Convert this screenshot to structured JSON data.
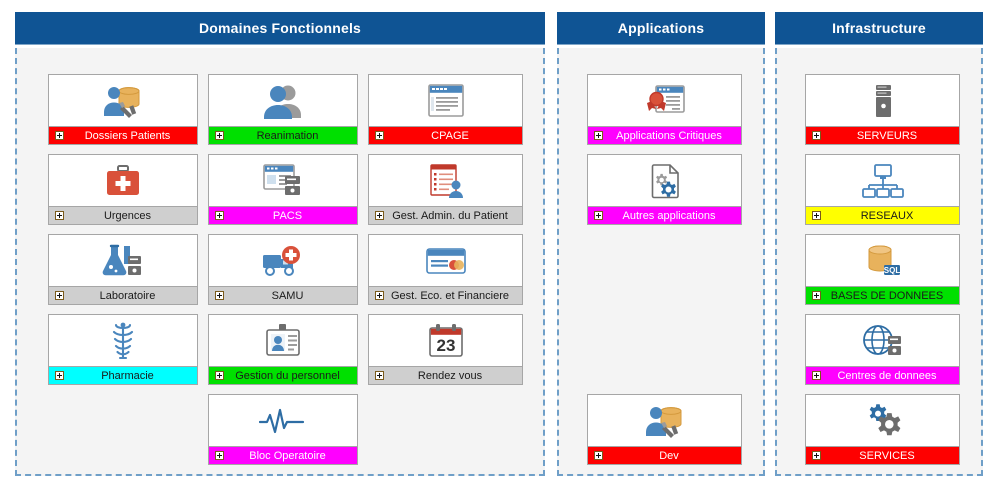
{
  "panels": [
    {
      "id": "domaines",
      "title": "Domaines Fonctionnels",
      "cards": [
        {
          "label": "Dossiers Patients",
          "status": "red",
          "icon": "user-database-tools-icon",
          "col": 0,
          "row": 0
        },
        {
          "label": "Reanimation",
          "status": "green",
          "icon": "two-users-icon",
          "col": 1,
          "row": 0
        },
        {
          "label": "CPAGE",
          "status": "red",
          "icon": "browser-window-icon",
          "col": 2,
          "row": 0
        },
        {
          "label": "Urgences",
          "status": "grey",
          "icon": "first-aid-kit-icon",
          "col": 0,
          "row": 1
        },
        {
          "label": "PACS",
          "status": "magenta",
          "icon": "browser-server-icon",
          "col": 1,
          "row": 1
        },
        {
          "label": "Gest. Admin. du Patient",
          "status": "grey",
          "icon": "document-user-icon",
          "col": 2,
          "row": 1
        },
        {
          "label": "Laboratoire",
          "status": "grey",
          "icon": "flask-server-icon",
          "col": 0,
          "row": 2
        },
        {
          "label": "SAMU",
          "status": "grey",
          "icon": "ambulance-icon",
          "col": 1,
          "row": 2
        },
        {
          "label": "Gest. Eco. et Financiere",
          "status": "grey",
          "icon": "credit-card-icon",
          "col": 2,
          "row": 2
        },
        {
          "label": "Pharmacie",
          "status": "cyan",
          "icon": "caduceus-icon",
          "col": 0,
          "row": 3
        },
        {
          "label": "Gestion du personnel",
          "status": "green",
          "icon": "id-badge-icon",
          "col": 1,
          "row": 3
        },
        {
          "label": "Rendez vous",
          "status": "grey",
          "icon": "calendar-23-icon",
          "col": 2,
          "row": 3
        },
        {
          "label": "Bloc Operatoire",
          "status": "magenta",
          "icon": "heartbeat-icon",
          "col": 1,
          "row": 4
        }
      ]
    },
    {
      "id": "applications",
      "title": "Applications",
      "cards": [
        {
          "label": "Applications Critiques",
          "status": "magenta",
          "icon": "browser-award-icon",
          "row": 0
        },
        {
          "label": "Autres applications",
          "status": "magenta",
          "icon": "document-gear-icon",
          "row": 1
        },
        {
          "label": "Dev",
          "status": "red",
          "icon": "user-database-tools-icon",
          "row": 4
        }
      ]
    },
    {
      "id": "infrastructure",
      "title": "Infrastructure",
      "cards": [
        {
          "label": "SERVEURS",
          "status": "red",
          "icon": "server-tower-icon",
          "row": 0
        },
        {
          "label": "RESEAUX",
          "status": "yellow",
          "icon": "network-topology-icon",
          "row": 1
        },
        {
          "label": "BASES DE DONNEES",
          "status": "green",
          "icon": "sql-database-icon",
          "row": 2
        },
        {
          "label": "Centres de donnees",
          "status": "magenta",
          "icon": "globe-server-icon",
          "row": 3
        },
        {
          "label": "SERVICES",
          "status": "red",
          "icon": "gears-icon",
          "row": 4
        }
      ]
    }
  ],
  "colors": {
    "header_blue": "#0f5494",
    "panel_background": "#f4f4f4",
    "panel_border": "#6f9fc8",
    "status_red": "#fe0000",
    "status_green": "#00e000",
    "status_grey": "#cfcfcf",
    "status_magenta": "#ff00ff",
    "status_cyan": "#00ffff",
    "status_yellow": "#ffff00"
  }
}
